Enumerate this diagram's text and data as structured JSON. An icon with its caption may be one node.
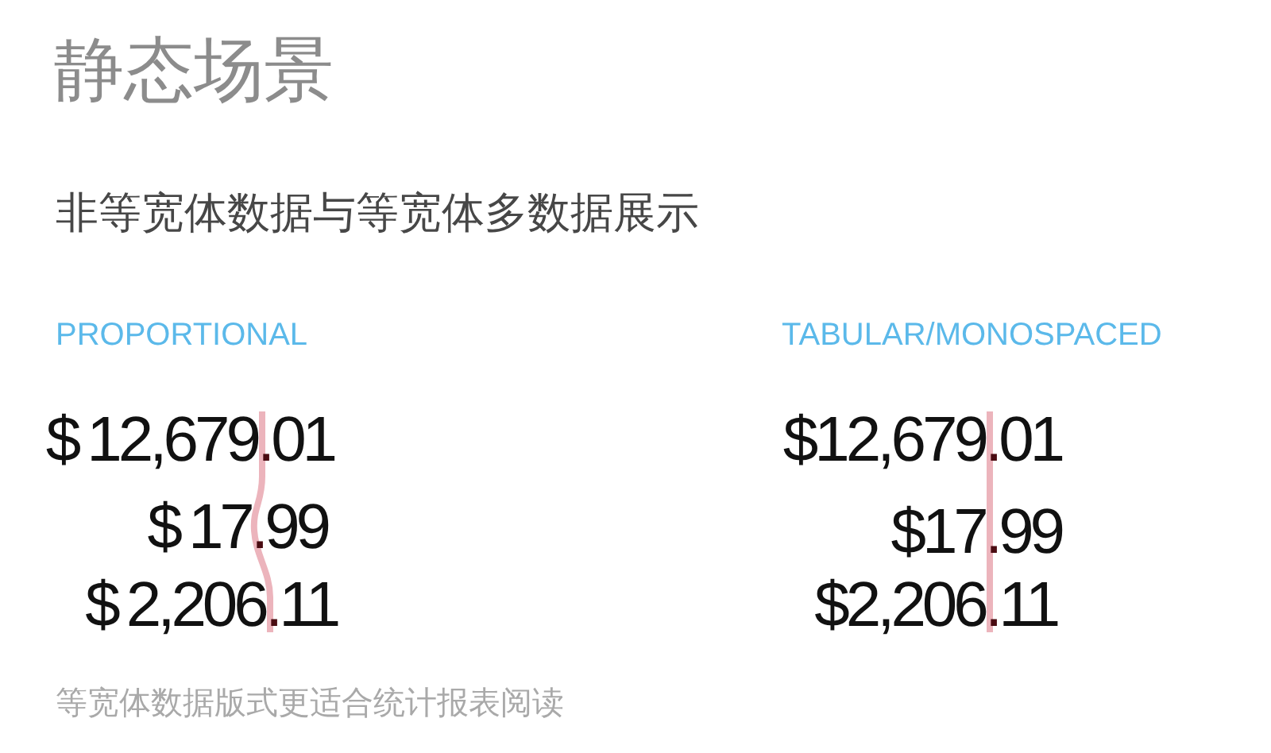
{
  "diagram": {
    "title": "静态场景",
    "labels": [
      "非等宽体数据与等宽体多数据展示",
      "PROPORTIONAL",
      "TABULAR/MONOSPACED",
      "$12,679.01",
      "$12,679.01",
      "$17.99",
      "$17.99",
      "$2,206.11",
      "$2,206.11"
    ],
    "caption": "等宽体数据版式更适合统计报表阅读"
  }
}
